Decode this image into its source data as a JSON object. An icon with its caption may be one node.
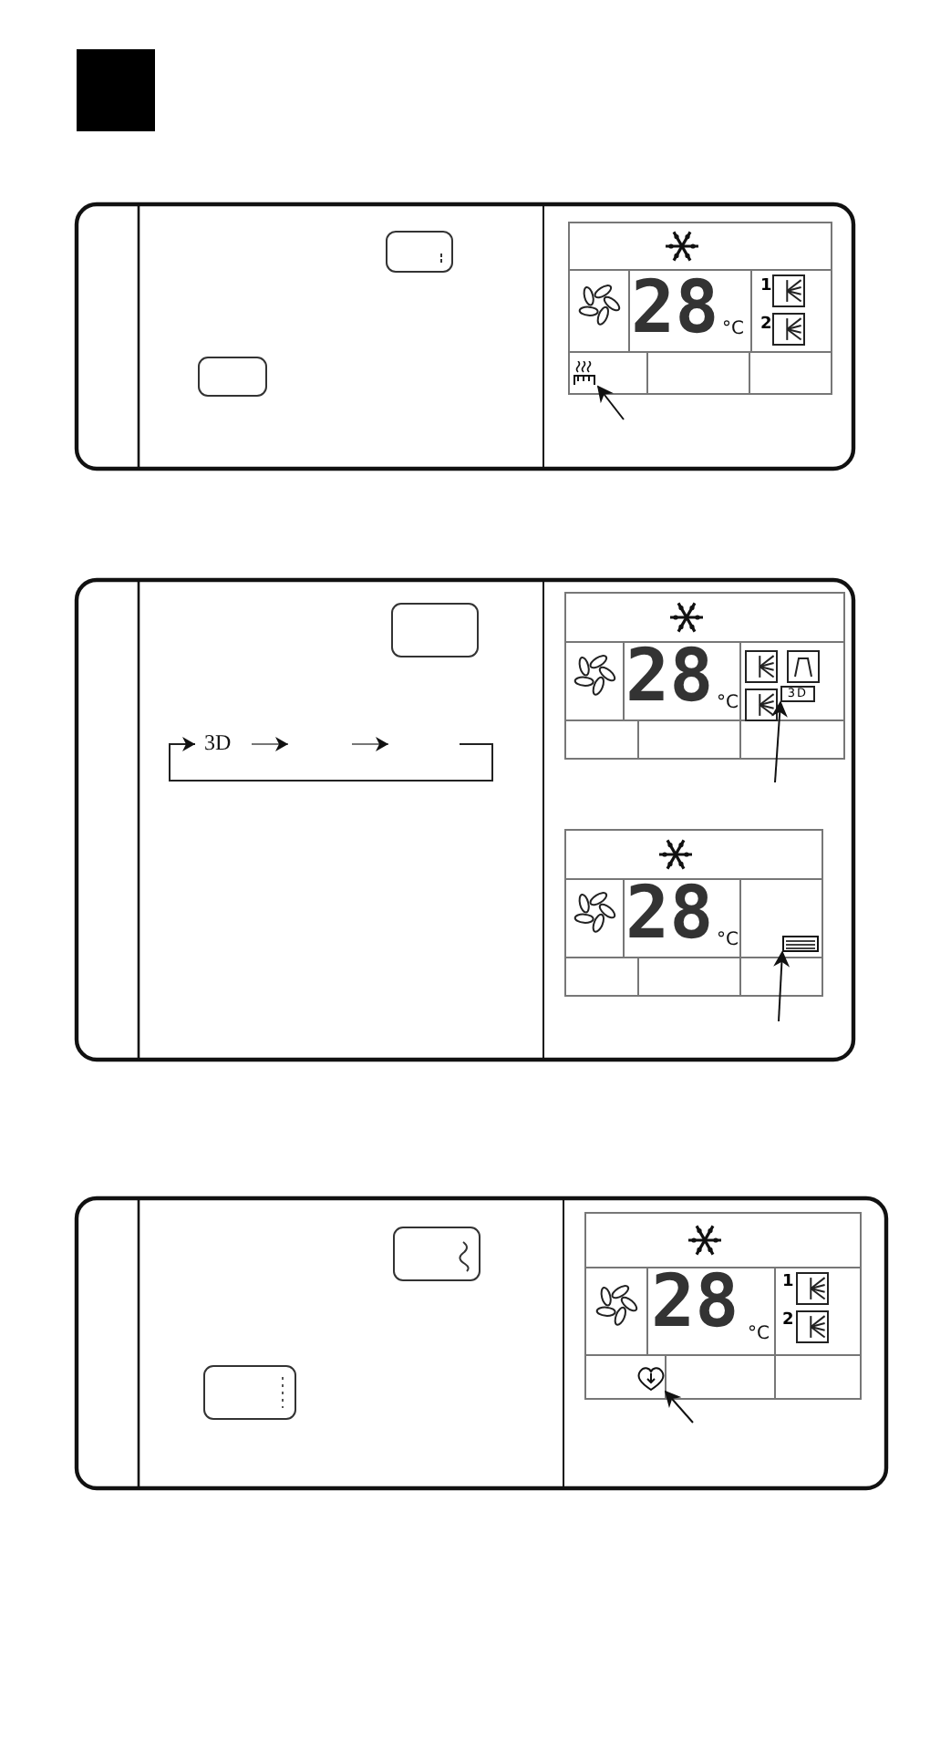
{
  "diagram": {
    "nodes": [
      {
        "text": [],
        "shape": "picture"
      },
      {
        "text": [
          "3D"
        ]
      },
      {
        "text": [],
        "shape": "box"
      },
      {
        "text": [],
        "shape": "picture"
      }
    ],
    "edges": [
      {
        "from": null,
        "to": 0,
        "arrow": "to"
      },
      {
        "from": null,
        "to": 1,
        "arrow": "to"
      },
      {
        "from": null,
        "to": 2,
        "arrow": "to"
      },
      {
        "from": null,
        "to": 3,
        "arrow": "to"
      }
    ],
    "labels": [
      "28",
      "°C",
      "1",
      "2",
      "28",
      "°C",
      "3D",
      "28",
      "°C",
      "28",
      "°C",
      "1",
      "2"
    ]
  }
}
